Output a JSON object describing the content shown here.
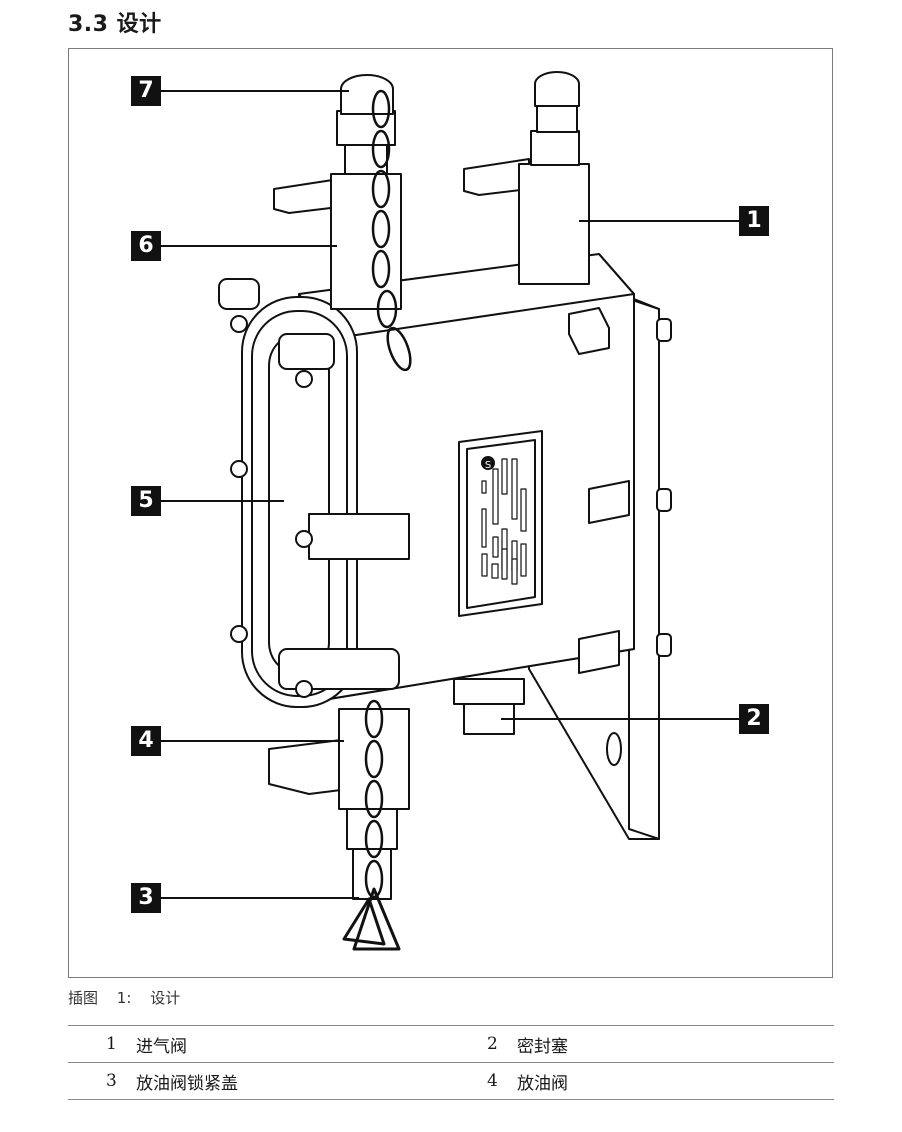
{
  "section": {
    "number": "3.3",
    "title": "设计"
  },
  "figure": {
    "caption_prefix": "插图",
    "caption_number": "1:",
    "caption_title": "设计",
    "callouts": [
      "1",
      "2",
      "3",
      "4",
      "5",
      "6",
      "7"
    ],
    "nameplate_badge": "S"
  },
  "legend": {
    "rows": [
      [
        {
          "num": "1",
          "label": "进气阀"
        },
        {
          "num": "2",
          "label": "密封塞"
        }
      ],
      [
        {
          "num": "3",
          "label": "放油阀锁紧盖"
        },
        {
          "num": "4",
          "label": "放油阀"
        }
      ]
    ]
  }
}
